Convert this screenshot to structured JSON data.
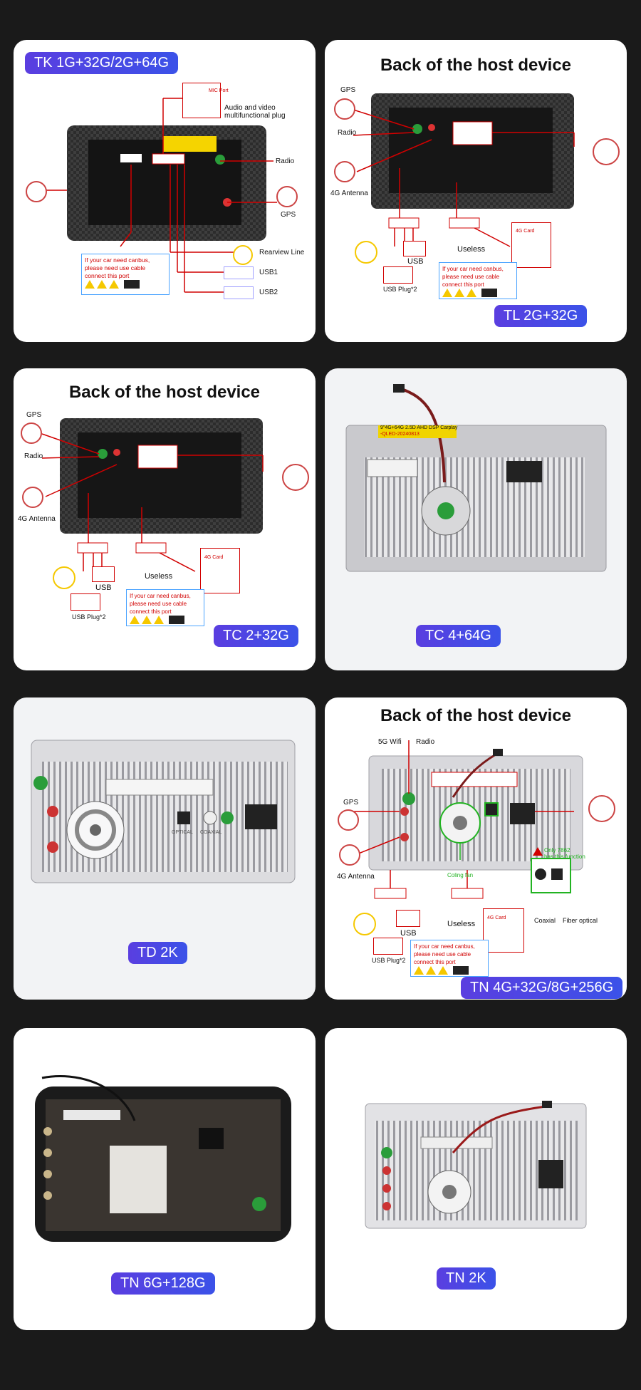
{
  "cards": {
    "c1": {
      "badge": "TK 1G+32G/2G+64G",
      "labels": {
        "mic": "MIC Port",
        "audio_video": "Audio and video",
        "multifunctional": "multifunctional plug",
        "radio": "Radio",
        "gps": "GPS",
        "rearview": "Rearview Line",
        "usb1": "USB1",
        "usb2": "USB2"
      },
      "warning": [
        "If your car need canbus,",
        "please need use cable",
        "connect this port"
      ]
    },
    "c2": {
      "title": "Back of the host device",
      "badge": "TL 2G+32G",
      "labels": {
        "gps": "GPS",
        "radio": "Radio",
        "antenna": "4G Antenna",
        "usb": "USB",
        "useless": "Useless",
        "usb_plug": "USB Plug*2",
        "card": "4G Card"
      },
      "warning": [
        "If your car need canbus,",
        "please need use cable",
        "connect this port"
      ]
    },
    "c3": {
      "title": "Back of the host device",
      "badge": "TC 2+32G",
      "labels": {
        "gps": "GPS",
        "radio": "Radio",
        "antenna": "4G Antenna",
        "usb": "USB",
        "useless": "Useless",
        "usb_plug": "USB Plug*2",
        "card": "4G Card"
      },
      "warning": [
        "If your car need canbus,",
        "please need use cable",
        "connect this port"
      ]
    },
    "c4": {
      "badge": "TC 4+64G",
      "sticker": [
        "9\"4G+64G 2.5D AHD DSP Carplay",
        "-QLED-20240813"
      ]
    },
    "c5": {
      "badge": "TD 2K",
      "labels": {
        "optical": "OPTICAL",
        "coaxial": "COAXIAL"
      }
    },
    "c6": {
      "title": "Back of the host device",
      "badge": "TN 4G+32G/8G+256G",
      "labels": {
        "wifi": "5G Wifi",
        "radio": "Radio",
        "gps": "GPS",
        "antenna": "4G Antenna",
        "cooling": "Coling fan",
        "only": "Only 7862",
        "has_function": "has this function",
        "coaxial": "Coaxial",
        "fiber": "Fiber optical",
        "usb": "USB",
        "useless": "Useless",
        "usb_plug": "USB Plug*2",
        "card": "4G Card"
      },
      "warning": [
        "If your car need canbus,",
        "please need use cable",
        "connect this port"
      ]
    },
    "c7": {
      "badge": "TN 6G+128G"
    },
    "c8": {
      "badge": "TN 2K"
    }
  },
  "colors": {
    "background": "#1a1a1a",
    "badge_gradient": [
      "#5a3ee0",
      "#3b52e8"
    ],
    "annotation_red": "#d10000",
    "annotation_green": "#22b322",
    "warning_yellow": "#f5c800"
  },
  "icons": [
    "gps-antenna-icon",
    "steering-wheel-icon",
    "usb-cable-icon",
    "rca-plug-icon",
    "warning-icon",
    "cooling-fan-icon"
  ]
}
